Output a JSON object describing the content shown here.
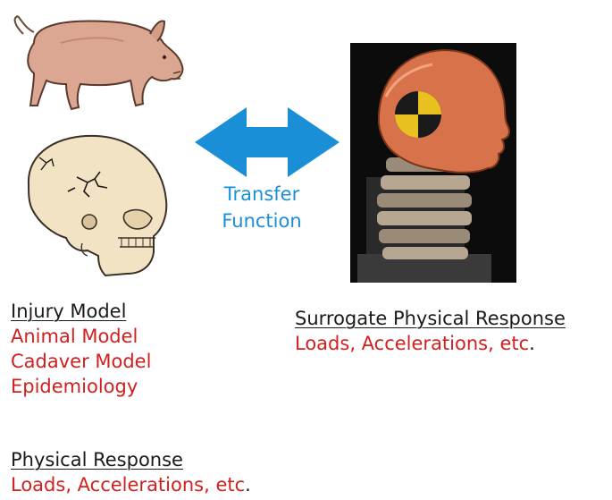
{
  "colors": {
    "accent_blue": "#1a8fd8",
    "red_text": "#d21f1f",
    "heading_text": "#1a1a1a"
  },
  "icons": {
    "pig": "pig-illustration",
    "skull": "fractured-skull-illustration",
    "arrow": "double-arrow",
    "dummy": "crash-test-dummy-head-photo"
  },
  "transfer": {
    "line1": "Transfer",
    "line2": "Function"
  },
  "injury_model": {
    "heading": "Injury Model",
    "items": [
      "Animal Model",
      "Cadaver Model",
      "Epidemiology"
    ]
  },
  "physical_response": {
    "heading": "Physical Response",
    "body": "Loads, Accelerations, etc",
    "period": "."
  },
  "surrogate_response": {
    "heading": "Surrogate Physical Response",
    "body": "Loads, Accelerations, etc",
    "period": "."
  }
}
